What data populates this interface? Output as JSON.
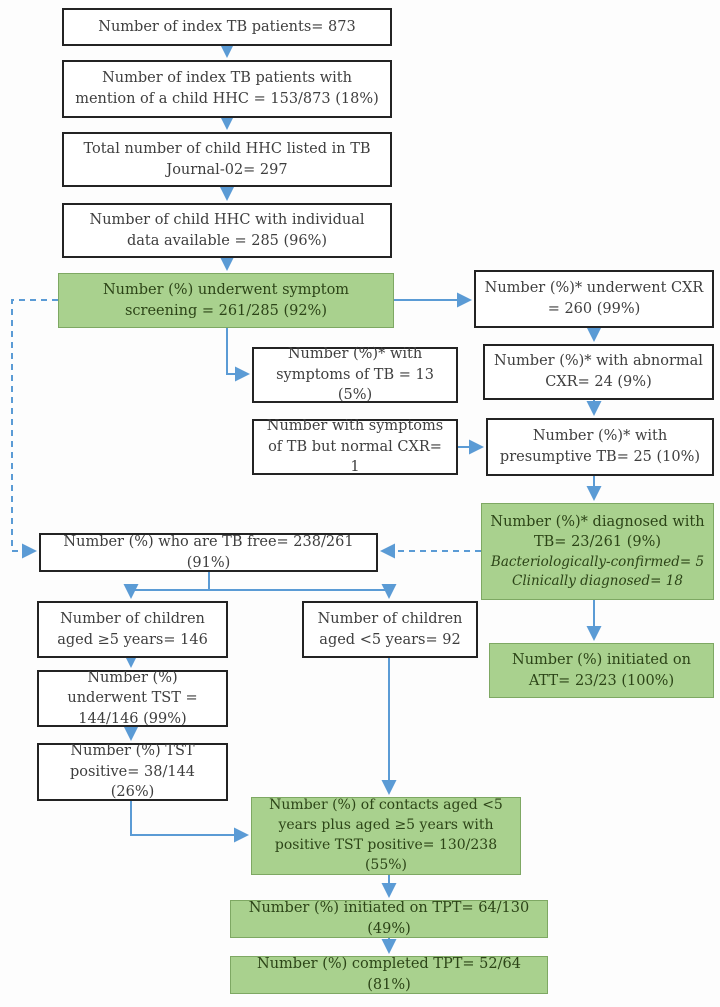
{
  "figure_title": "TB child household contact screening cascade flowchart",
  "colors": {
    "green_fill": "#a9d18e",
    "green_border": "#7ea863",
    "box_border": "#232323",
    "arrow_blue": "#5b9bd5",
    "text_dark": "#3e3e3e",
    "text_green": "#2c4417"
  },
  "boxes": {
    "index_patients": {
      "text": "Number of index TB patients= 873"
    },
    "mention_child": {
      "text": "Number of index TB patients with mention of a child HHC = 153/873 (18%)"
    },
    "listed_journal": {
      "text": "Total number of child HHC listed in TB Journal-02= 297"
    },
    "individual_data": {
      "text": "Number of child HHC with individual data available = 285 (96%)"
    },
    "symptom_screening": {
      "text": "Number (%) underwent symptom screening = 261/285 (92%)"
    },
    "underwent_cxr": {
      "text": "Number (%)* underwent CXR = 260 (99%)"
    },
    "symptoms_tb": {
      "text": "Number (%)* with symptoms of TB = 13 (5%)"
    },
    "abnormal_cxr": {
      "text": "Number (%)* with abnormal CXR= 24 (9%)"
    },
    "symptoms_normal_cxr": {
      "text": "Number with symptoms of TB but normal CXR= 1"
    },
    "presumptive_tb": {
      "text": "Number (%)* with presumptive TB= 25 (10%)"
    },
    "diagnosed_tb": {
      "text": "Number (%)* diagnosed with TB= 23/261 (9%)",
      "sub1": "Bacteriologically-confirmed= 5",
      "sub2": "Clinically diagnosed= 18"
    },
    "tb_free": {
      "text": "Number (%) who are TB free= 238/261 (91%)"
    },
    "aged_ge5": {
      "text": "Number of children aged ≥5 years= 146"
    },
    "aged_lt5": {
      "text": "Number of children aged <5 years= 92"
    },
    "initiated_att": {
      "text": "Number (%) initiated on ATT= 23/23 (100%)"
    },
    "underwent_tst": {
      "text": "Number (%) underwent TST = 144/146 (99%)"
    },
    "tst_positive": {
      "text": "Number (%) TST positive= 38/144 (26%)"
    },
    "contacts_tst_positive": {
      "text": "Number (%) of contacts aged <5 years plus aged ≥5 years with positive TST positive= 130/238 (55%)"
    },
    "initiated_tpt": {
      "text": "Number (%) initiated on TPT= 64/130 (49%)"
    },
    "completed_tpt": {
      "text": "Number (%) completed TPT= 52/64 (81%)"
    }
  }
}
